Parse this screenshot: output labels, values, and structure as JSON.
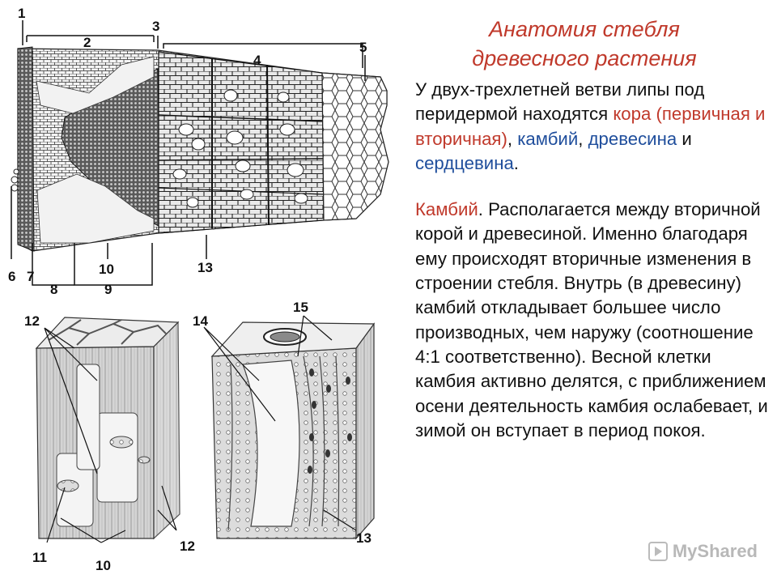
{
  "title": {
    "line1": "Анатомия стебля",
    "line2": "древесного растения"
  },
  "paragraph1": {
    "part1": "У двух-трехлетней ветви липы под перидермой находятся ",
    "kora": "кора (первичная и вторичная)",
    "sep1": ", ",
    "kambiy": "камбий",
    "sep2": ",",
    "drevesina": "древесина",
    "and": " и ",
    "serdcevina": "сердцевина",
    "end": "."
  },
  "paragraph2": {
    "term": "Камбий",
    "text": ". Располагается между вторичной корой и древесиной. Именно благодаря ему происходят вторичные изменения в строении стебля. Внутрь (в древесину) камбий откладывает большее число производных, чем наружу (соотношение 4:1 соответственно). Весной клетки камбия активно делятся, с приближением осени деятельность камбия ослабевает, и зимой он вступает в период покоя."
  },
  "labels": {
    "n1": "1",
    "n2": "2",
    "n3": "3",
    "n4": "4",
    "n5": "5",
    "n6": "6",
    "n7": "7",
    "n8": "8",
    "n9": "9",
    "n10": "10",
    "n13": "13",
    "b12a": "12",
    "b11": "11",
    "b10": "10",
    "b12b": "12",
    "b14": "14",
    "b15": "15",
    "b13": "13"
  },
  "watermark": "MyShared",
  "colors": {
    "title": "#c0392b",
    "highlight_red": "#c0392b",
    "highlight_blue": "#1f4e9c"
  }
}
